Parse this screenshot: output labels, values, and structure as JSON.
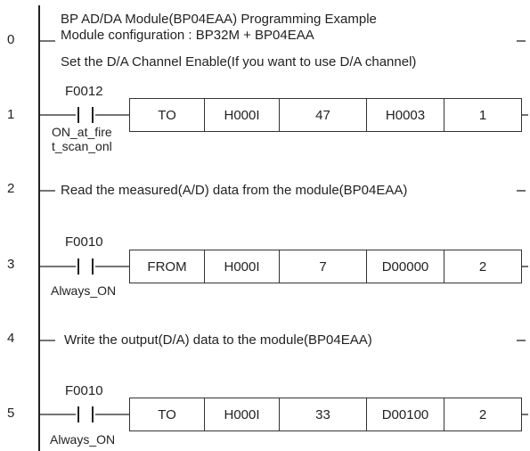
{
  "rungs": [
    {
      "num": "0",
      "comment_lines": [
        "BP AD/DA Module(BP04EAA) Programming Example",
        "Module configuration : BP32M + BP04EAA",
        "Set the D/A Channel Enable(If you want to use D/A channel)"
      ]
    },
    {
      "num": "1",
      "contact": "F0012",
      "contact_label": [
        "ON_at_fire",
        "t_scan_onl"
      ],
      "instr": [
        "TO",
        "H000I",
        "47",
        "H0003",
        "1"
      ]
    },
    {
      "num": "2",
      "comment": "Read the measured(A/D) data from the module(BP04EAA)"
    },
    {
      "num": "3",
      "contact": "F0010",
      "contact_label": [
        "Always_ON"
      ],
      "instr": [
        "FROM",
        "H000I",
        "7",
        "D00000",
        "2"
      ]
    },
    {
      "num": "4",
      "comment": "Write the output(D/A) data to the module(BP04EAA)"
    },
    {
      "num": "5",
      "contact": "F0010",
      "contact_label": [
        "Always_ON"
      ],
      "instr": [
        "TO",
        "H000I",
        "33",
        "D00100",
        "2"
      ]
    }
  ]
}
